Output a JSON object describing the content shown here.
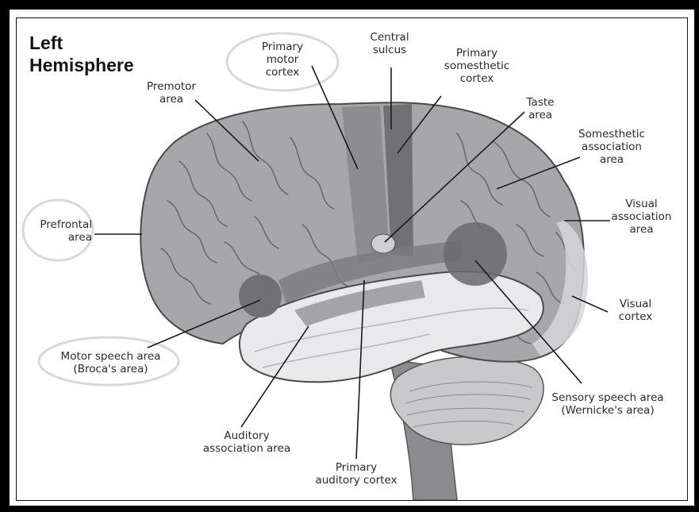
{
  "title": {
    "line1": "Left",
    "line2": "Hemisphere"
  },
  "labels": {
    "primary_motor_cortex": "Primary\nmotor\ncortex",
    "central_sulcus": "Central\nsulcus",
    "primary_somesthetic_cortex": "Primary\nsomesthetic\ncortex",
    "premotor_area": "Premotor\narea",
    "taste_area": "Taste\narea",
    "somesthetic_association_area": "Somesthetic\nassociation\narea",
    "prefrontal_area": "Prefrontal\narea",
    "visual_association_area": "Visual\nassociation\narea",
    "visual_cortex": "Visual\ncortex",
    "motor_speech_area": "Motor speech area\n(Broca's area)",
    "sensory_speech_area": "Sensory speech area\n(Wernicke's area)",
    "auditory_association_area": "Auditory\nassociation area",
    "primary_auditory_cortex": "Primary\nauditory cortex"
  },
  "colors": {
    "frame": "#000000",
    "brain_fill": "#a7a7ab",
    "highlight_fill": "#6e6e72",
    "temporal_fill": "#e9e9ec",
    "leader_line": "#1a1a1a",
    "circle_highlight": "#d9d9d9"
  }
}
